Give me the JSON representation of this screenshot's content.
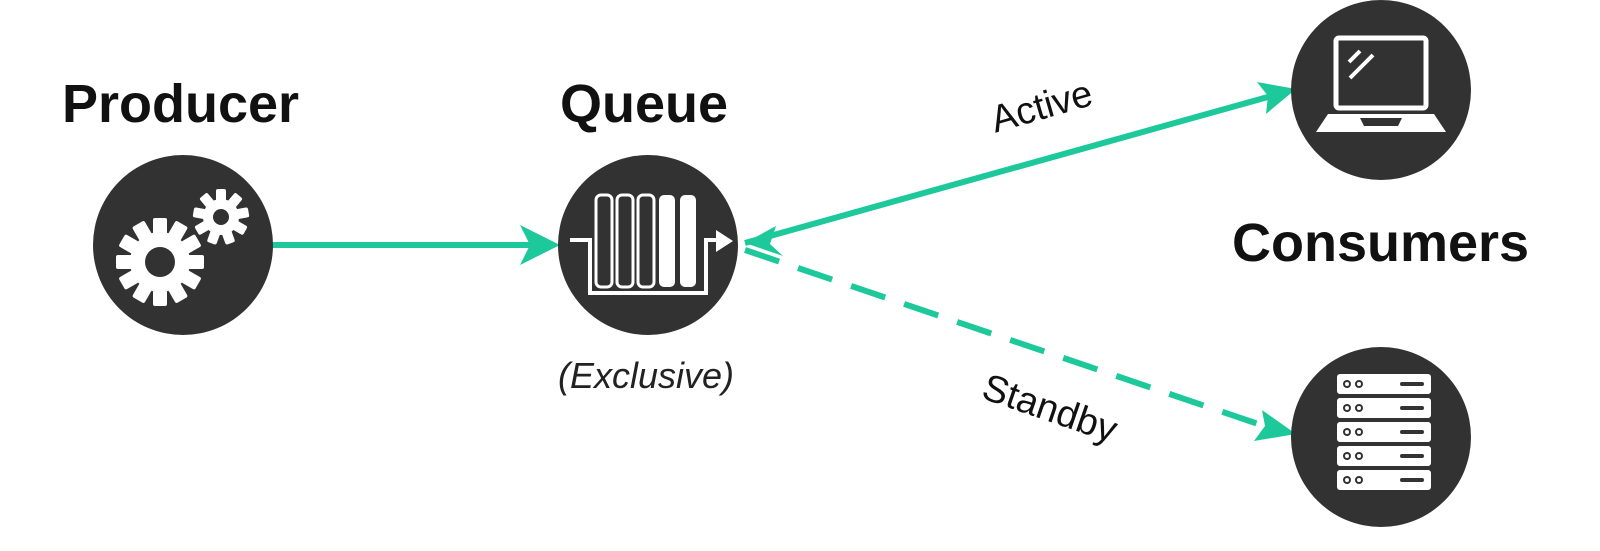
{
  "colors": {
    "accent": "#1dc99a",
    "node_fill": "#323232",
    "icon": "#ffffff"
  },
  "nodes": {
    "producer": {
      "label": "Producer",
      "icon": "gears-icon"
    },
    "queue": {
      "label": "Queue",
      "sublabel": "(Exclusive)",
      "icon": "queue-icon"
    },
    "consumers": {
      "label": "Consumers"
    },
    "consumer_active": {
      "icon": "laptop-icon"
    },
    "consumer_standby": {
      "icon": "server-rack-icon"
    }
  },
  "edges": {
    "producer_to_queue": {
      "style": "solid"
    },
    "queue_to_active": {
      "label": "Active",
      "style": "solid"
    },
    "queue_to_standby": {
      "label": "Standby",
      "style": "dashed"
    }
  }
}
